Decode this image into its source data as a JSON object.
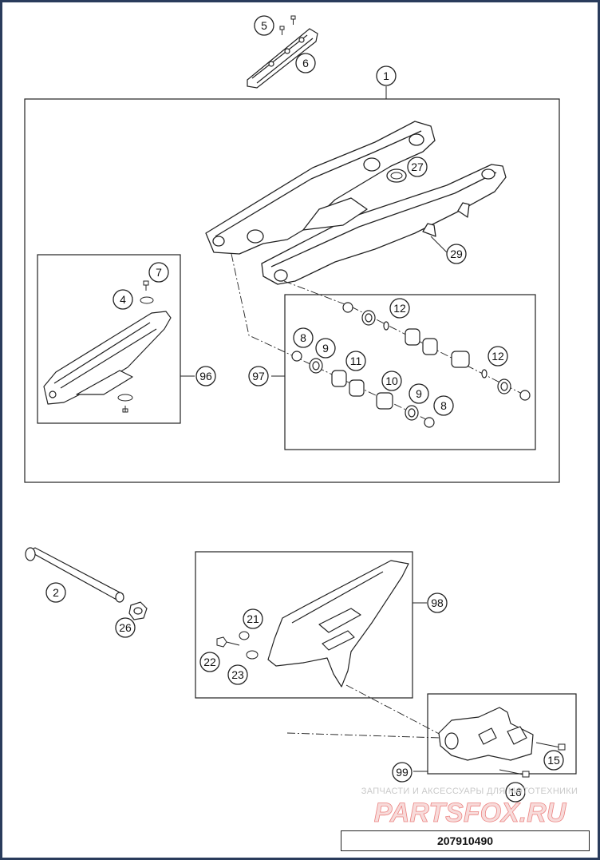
{
  "diagram": {
    "part_number": "207910490",
    "watermark_tagline": "ЗАПЧАСТИ И АКСЕССУАРЫ ДЛЯ МОТОТЕХНИКИ",
    "watermark_logo": "PARTSFOX.RU",
    "colors": {
      "outline": "#222222",
      "background": "#ffffff",
      "frame": "#2a3c5c",
      "watermark": "#e0322f",
      "watermark_text": "#c9c9c9"
    },
    "callouts": [
      {
        "id": "c5",
        "label": "5"
      },
      {
        "id": "c6",
        "label": "6"
      },
      {
        "id": "c1",
        "label": "1"
      },
      {
        "id": "c27",
        "label": "27"
      },
      {
        "id": "c29",
        "label": "29"
      },
      {
        "id": "c7",
        "label": "7"
      },
      {
        "id": "c4",
        "label": "4"
      },
      {
        "id": "c96",
        "label": "96"
      },
      {
        "id": "c12a",
        "label": "12"
      },
      {
        "id": "c8a",
        "label": "8"
      },
      {
        "id": "c9a",
        "label": "9"
      },
      {
        "id": "c11",
        "label": "11"
      },
      {
        "id": "c12b",
        "label": "12"
      },
      {
        "id": "c97",
        "label": "97"
      },
      {
        "id": "c10",
        "label": "10"
      },
      {
        "id": "c9b",
        "label": "9"
      },
      {
        "id": "c8b",
        "label": "8"
      },
      {
        "id": "c2",
        "label": "2"
      },
      {
        "id": "c26",
        "label": "26"
      },
      {
        "id": "c21",
        "label": "21"
      },
      {
        "id": "c98",
        "label": "98"
      },
      {
        "id": "c22",
        "label": "22"
      },
      {
        "id": "c23",
        "label": "23"
      },
      {
        "id": "c15",
        "label": "15"
      },
      {
        "id": "c99",
        "label": "99"
      },
      {
        "id": "c16",
        "label": "16"
      }
    ]
  }
}
